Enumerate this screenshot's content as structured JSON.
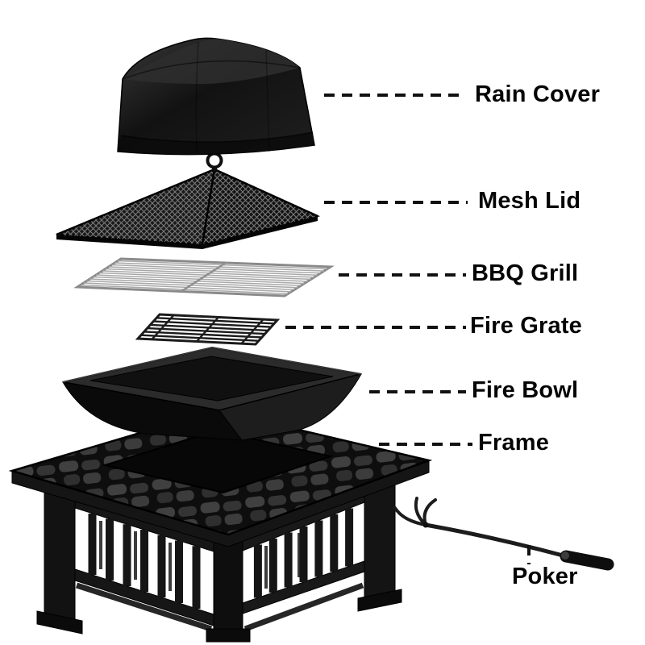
{
  "page": {
    "background": "#ffffff"
  },
  "palette": {
    "part_black": "#141414",
    "grill_silver": "#9a9a9a",
    "label_text": "#050505",
    "leader_line": "#111111"
  },
  "labels": [
    {
      "id": "rain-cover",
      "text": "Rain Cover"
    },
    {
      "id": "mesh-lid",
      "text": "Mesh Lid"
    },
    {
      "id": "bbq-grill",
      "text": "BBQ Grill"
    },
    {
      "id": "fire-grate",
      "text": "Fire Grate"
    },
    {
      "id": "fire-bowl",
      "text": "Fire Bowl"
    },
    {
      "id": "frame",
      "text": "Frame"
    },
    {
      "id": "poker",
      "text": "Poker"
    }
  ]
}
